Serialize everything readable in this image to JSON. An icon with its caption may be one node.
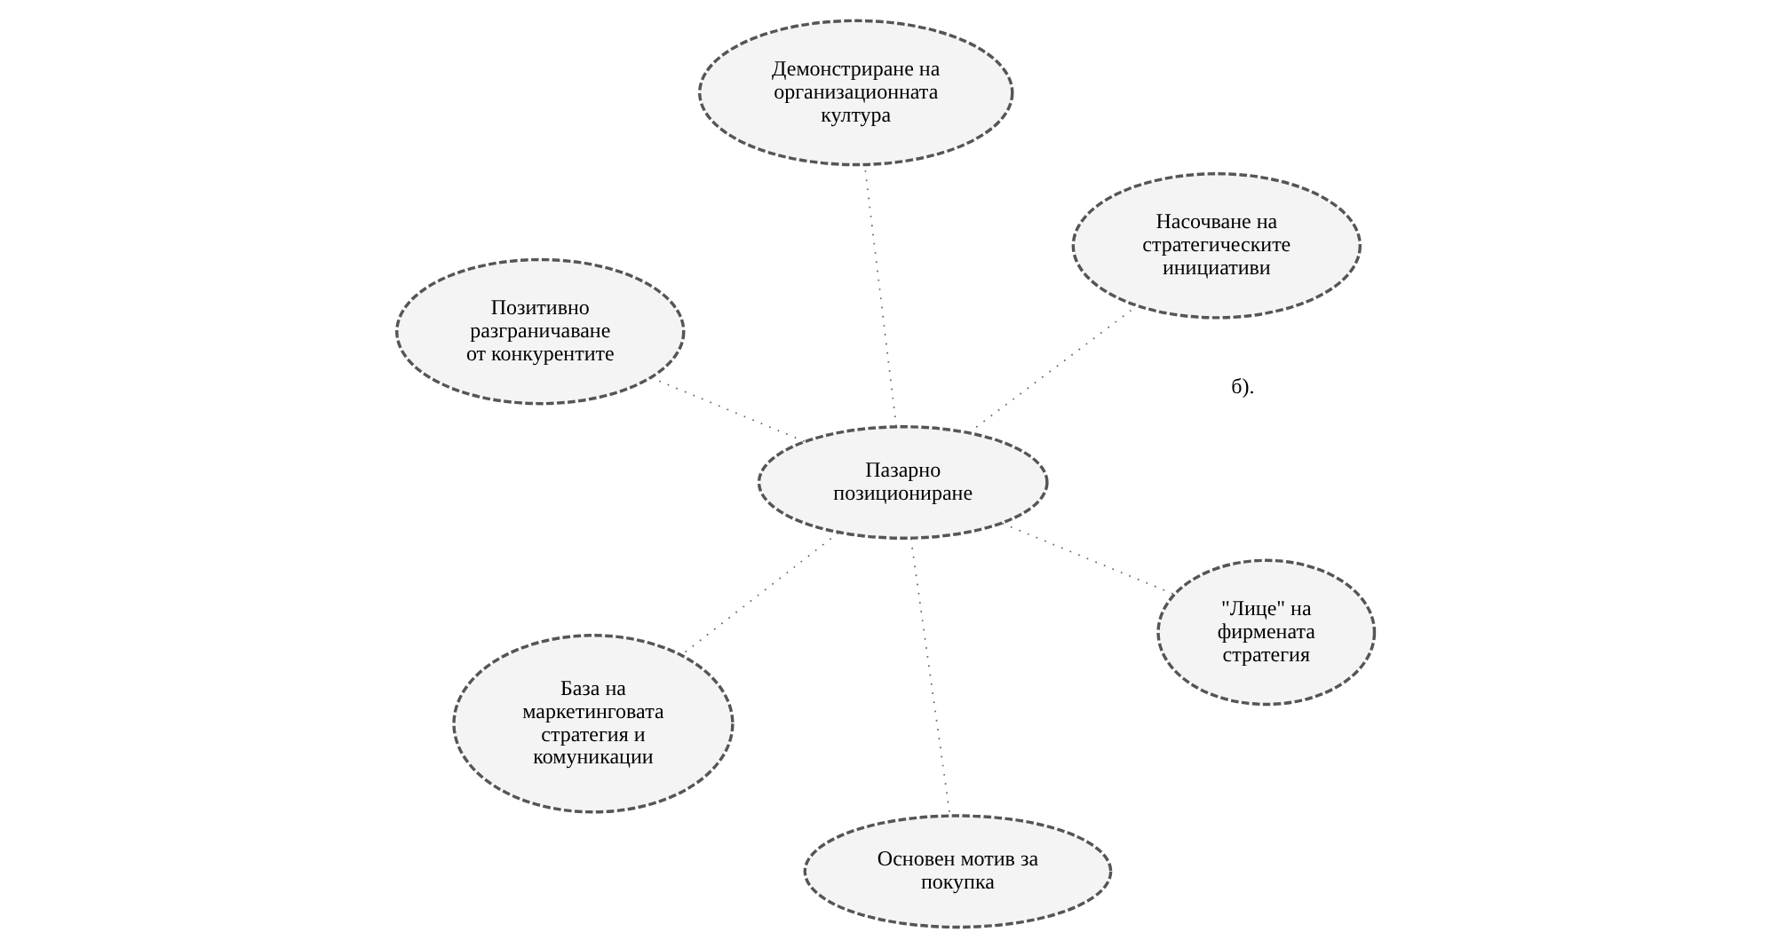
{
  "diagram": {
    "nodes": [
      {
        "text": [
          "Позитивно разграничаване от конкурентите"
        ]
      },
      {
        "text": [
          "\"Лице\" на фирмената стратегия"
        ]
      },
      {
        "text": [
          "Основен мотив за покупка"
        ]
      },
      {
        "text": [
          "Пазарно позициониране"
        ]
      },
      {
        "text": [
          "Насочване на стратегическите инициативи"
        ]
      },
      {
        "text": [
          "Демонстриране на организационната култура"
        ]
      },
      {
        "text": [
          "База на маркетинговата стратегия и комуникации"
        ]
      }
    ],
    "edges": [
      {
        "from": 3,
        "to": 0,
        "arrow": "none"
      },
      {
        "from": 3,
        "to": 1,
        "arrow": "none"
      },
      {
        "from": 3,
        "to": 2,
        "arrow": "none"
      },
      {
        "from": 3,
        "to": 4,
        "arrow": "none"
      },
      {
        "from": 3,
        "to": 5,
        "arrow": "none"
      },
      {
        "from": 3,
        "to": 6,
        "arrow": "none"
      }
    ],
    "labels": [
      "б)."
    ]
  }
}
